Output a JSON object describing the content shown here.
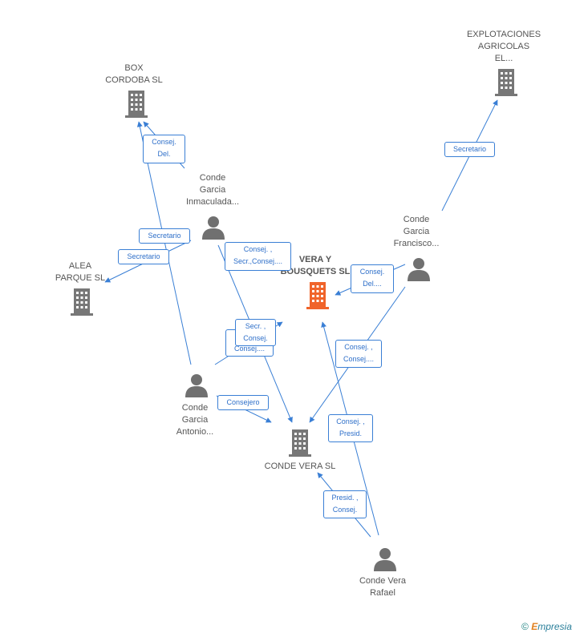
{
  "colors": {
    "edge": "#3a7fd5",
    "company_icon": "#777777",
    "focus_icon": "#f0642a",
    "person_icon": "#707070"
  },
  "nodes": {
    "box_cordoba": {
      "lines": [
        "BOX",
        "CORDOBA SL"
      ],
      "icon": "building-icon"
    },
    "explotaciones": {
      "lines": [
        "EXPLOTACIONES",
        "AGRICOLAS",
        "EL..."
      ],
      "icon": "building-icon"
    },
    "alea_parque": {
      "lines": [
        "ALEA",
        "PARQUE SL"
      ],
      "icon": "building-icon"
    },
    "vera_bousquets": {
      "lines": [
        "VERA Y",
        "BOUSQUETS SL"
      ],
      "icon": "building-icon"
    },
    "conde_vera_sl": {
      "lines": [
        "CONDE VERA SL"
      ],
      "icon": "building-icon"
    },
    "inmaculada": {
      "lines": [
        "Conde",
        "Garcia",
        "Inmaculada..."
      ],
      "icon": "person-icon"
    },
    "francisco": {
      "lines": [
        "Conde",
        "Garcia",
        "Francisco..."
      ],
      "icon": "person-icon"
    },
    "antonio": {
      "lines": [
        "Conde",
        "Garcia",
        "Antonio..."
      ],
      "icon": "person-icon"
    },
    "rafael": {
      "lines": [
        "Conde Vera",
        "Rafael"
      ],
      "icon": "person-icon"
    }
  },
  "edge_labels": {
    "consej_del_box": [
      "Consej.",
      "Del."
    ],
    "secretario_box": [
      "Secretario"
    ],
    "secretario_alea": [
      "Secretario"
    ],
    "secretario_explot": [
      "Secretario"
    ],
    "consej_secr": [
      "Consej. ,",
      "Secr.,Consej...."
    ],
    "consej_del_vera": [
      "Consej.",
      "Del...."
    ],
    "consej_behind": [
      "C",
      "Consej...."
    ],
    "secr_consej": [
      "Secr. ,",
      "Consej."
    ],
    "consej_consej": [
      "Consej. ,",
      "Consej...."
    ],
    "consejero": [
      "Consejero"
    ],
    "consej_presid": [
      "Consej. ,",
      "Presid."
    ],
    "presid_consej": [
      "Presid. ,",
      "Consej."
    ]
  },
  "watermark": {
    "copyright": "©",
    "brand_e": "E",
    "brand_rest": "mpresia"
  }
}
